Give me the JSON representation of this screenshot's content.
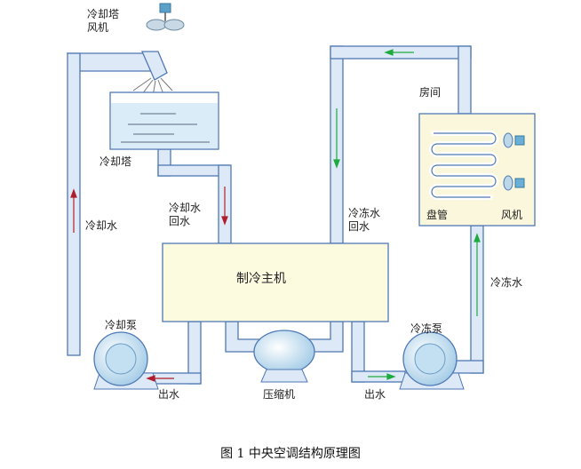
{
  "labels": {
    "cooling_tower_fan": "冷却塔风机",
    "cooling_tower": "冷却塔",
    "cooling_water_return": "冷却水回水",
    "cooling_water": "冷却水",
    "cooling_pump": "冷却泵",
    "outlet_left": "出水",
    "compressor": "压缩机",
    "chiller": "制冷主机",
    "chilled_water_return": "冷冻水回水",
    "outlet_right": "出水",
    "chilled_pump": "冷冻泵",
    "chilled_water": "冷冻水",
    "room": "房间",
    "coil": "盘管",
    "fan": "风机"
  },
  "caption": "图 1  中央空调结构原理图",
  "colors": {
    "pipe_fill": "#dde9f6",
    "pipe_stroke": "#4f79b4",
    "chiller_fill": "#fcfadf",
    "room_fill": "#fbf7dd",
    "water_fill": "#d9ecf7",
    "arrow_red": "#b01e2e",
    "arrow_green": "#1faa3f"
  }
}
